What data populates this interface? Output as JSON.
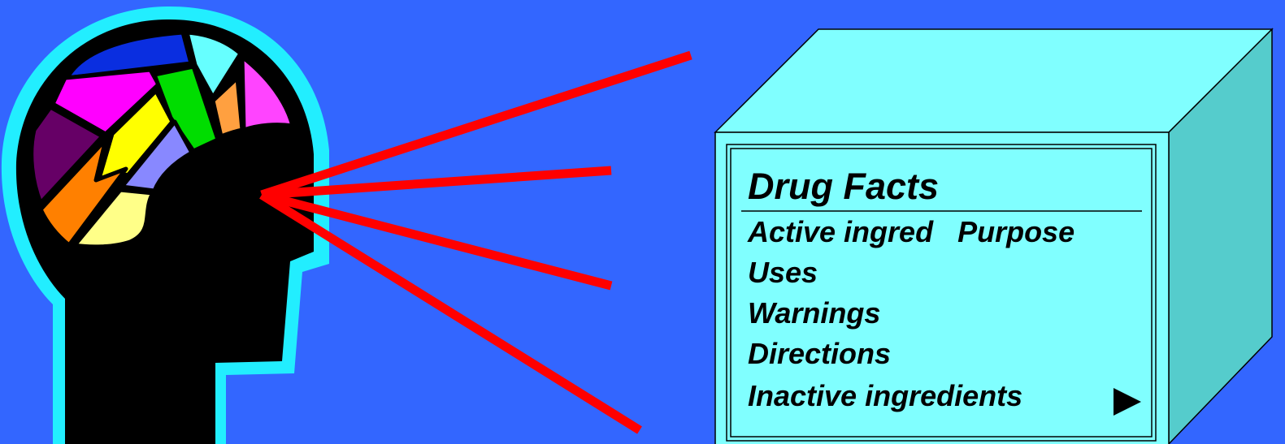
{
  "colors": {
    "background": "#3366ff",
    "head_outline": "#22eeff",
    "head_fill": "#000000",
    "sight_lines": "#ff0000",
    "box_front": "#80ffff",
    "box_top": "#80ffff",
    "box_side": "#55cccc",
    "text": "#000000"
  },
  "label": {
    "title": "Drug Facts",
    "sections": [
      "Active ingred   Purpose",
      "Uses",
      "Warnings",
      "Directions",
      "Inactive ingredients"
    ],
    "arrow_icon": "right-triangle-icon"
  }
}
